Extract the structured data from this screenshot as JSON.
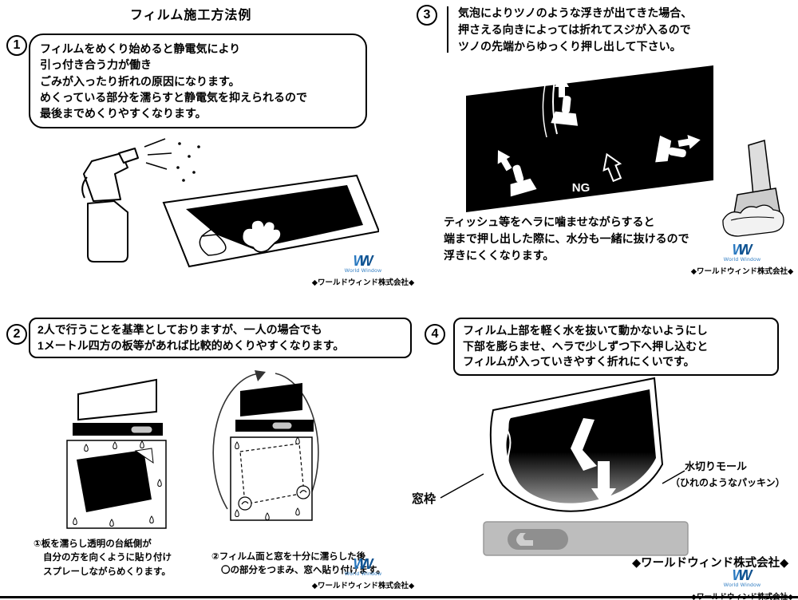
{
  "title": "フィルム施工方法例",
  "steps": {
    "s1": "1",
    "s2": "2",
    "s3": "3",
    "s4": "4"
  },
  "panel1": {
    "bubble": [
      "フィルムをめくり始めると静電気により",
      "引っ付き合う力が働き",
      "ごみが入ったり折れの原因になります。",
      "めくっている部分を濡らすと静電気を抑えられるので",
      "最後までめくりやすくなります。"
    ]
  },
  "panel2": {
    "box": [
      "2人で行うことを基準としておりますが、一人の場合でも",
      "1メートル四方の板等があれば比較的めくりやすくなります。"
    ],
    "caption1": [
      "①板を濡らし透明の台紙側が",
      "自分の方を向くように貼り付け",
      "スプレーしながらめくります。"
    ],
    "caption2": [
      "②フィルム面と窓を十分に濡らした後",
      "〇の部分をつまみ、窓へ貼り付けます。"
    ]
  },
  "panel3": {
    "top": [
      "気泡によりツノのような浮きが出てきた場合、",
      "押さえる向きによっては折れてスジが入るので",
      "ツノの先端からゆっくり押し出して下さい。"
    ],
    "ng": "NG",
    "bottom": [
      "ティッシュ等をヘラに噛ませながらすると",
      "端まで押し出した際に、水分も一緒に抜けるので",
      "浮きにくくなります。"
    ]
  },
  "panel4": {
    "box": [
      "フィルム上部を軽く水を抜いて動かないようにし",
      "下部を膨らませ、ヘラで少しずつ下へ押し込むと",
      "フィルムが入っていきやすく折れにくいです。"
    ],
    "window_frame": "窓枠",
    "molding": "水切りモール",
    "molding_sub": "（ひれのようなパッキン）",
    "company_bold": "◆ワールドウィンド株式会社◆"
  },
  "logo": {
    "w": "W",
    "brand": "World Window",
    "company": "◆ワールドウィンド株式会社◆",
    "blue": "#2a79c0"
  }
}
